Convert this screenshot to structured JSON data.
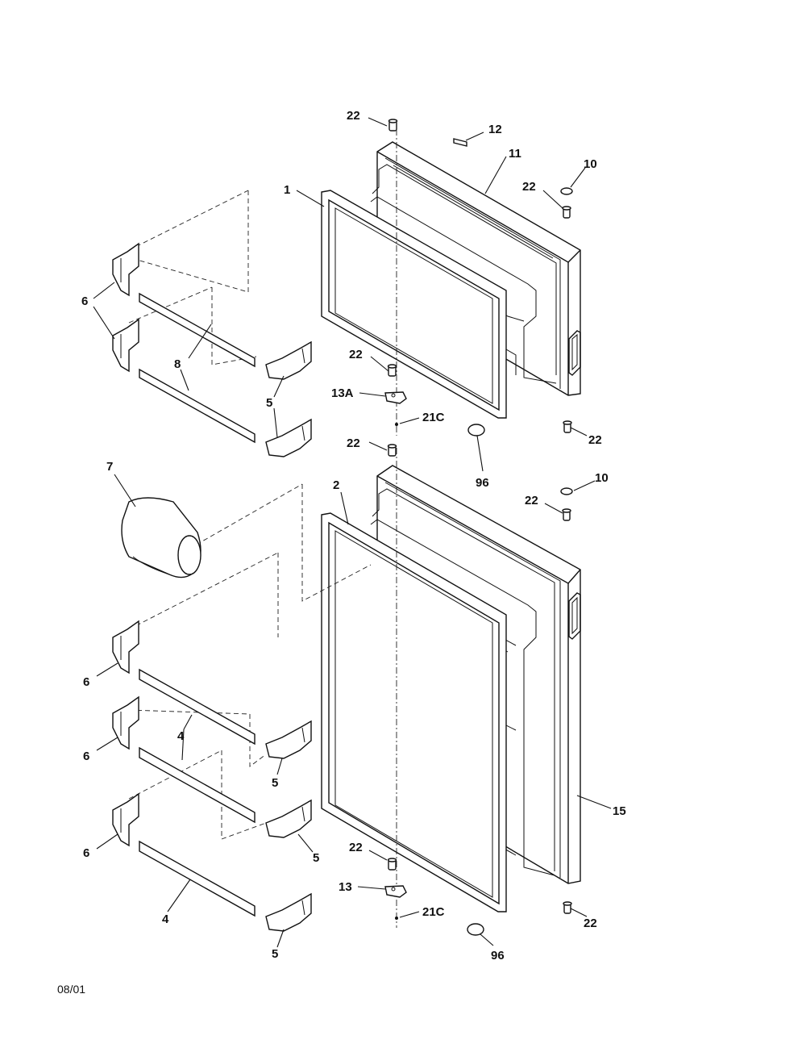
{
  "labels": {
    "l22a": "22",
    "l12": "12",
    "l11": "11",
    "l10a": "10",
    "l22b": "22",
    "l1": "1",
    "l6a": "6",
    "l8": "8",
    "l22c": "22",
    "l13a": "13A",
    "l21ca": "21C",
    "l5a": "5",
    "l22d": "22",
    "l22e": "22",
    "l96a": "96",
    "l7": "7",
    "l2": "2",
    "l10b": "10",
    "l22f": "22",
    "l6b": "6",
    "l6c": "6",
    "l4a": "4",
    "l5b": "5",
    "l15": "15",
    "l6d": "6",
    "l5c": "5",
    "l22g": "22",
    "l13": "13",
    "l21cb": "21C",
    "l4b": "4",
    "l5d": "5",
    "l22h": "22",
    "l96b": "96"
  },
  "footer": {
    "date": "08/01"
  }
}
